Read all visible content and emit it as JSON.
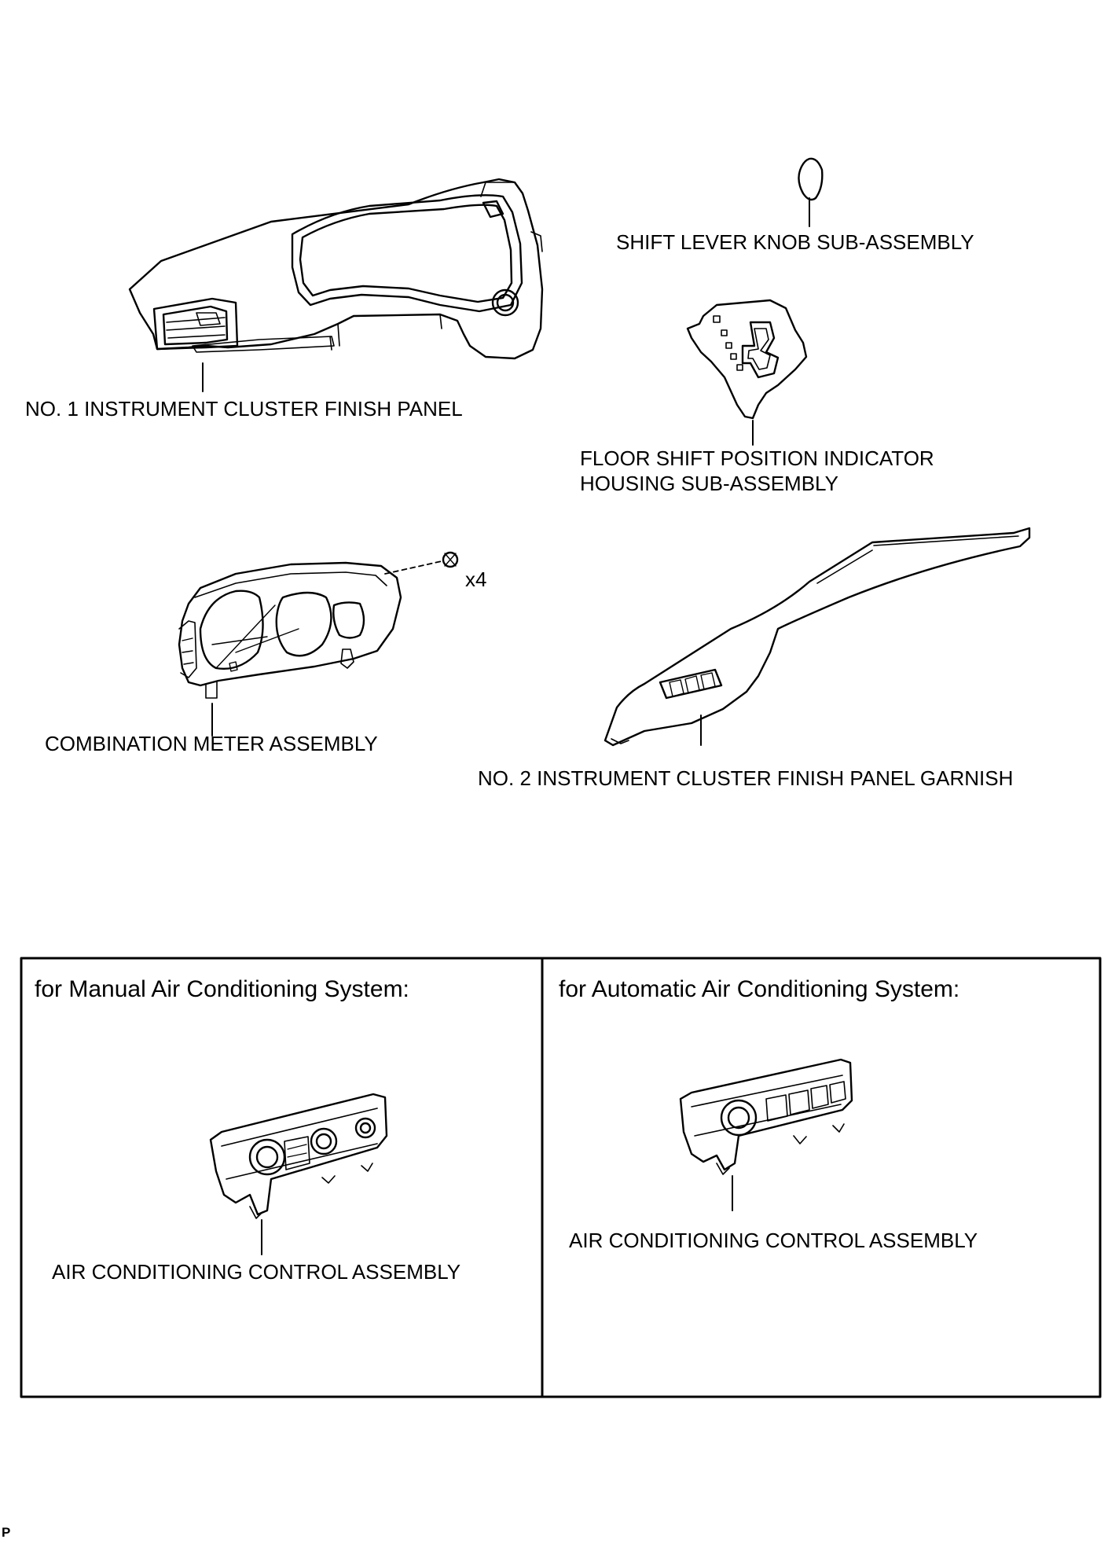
{
  "parts": {
    "shift_knob": "SHIFT LEVER KNOB SUB-ASSEMBLY",
    "cluster_panel": "NO. 1 INSTRUMENT CLUSTER FINISH PANEL",
    "indicator_line1": "FLOOR SHIFT POSITION INDICATOR",
    "indicator_line2": "HOUSING SUB-ASSEMBLY",
    "meter": "COMBINATION METER ASSEMBLY",
    "screw_qty": "x4",
    "garnish": "NO. 2 INSTRUMENT CLUSTER FINISH PANEL GARNISH"
  },
  "variants": {
    "manual_header": "for Manual Air Conditioning System:",
    "auto_header": "for Automatic Air Conditioning System:",
    "manual_part": "AIR CONDITIONING CONTROL ASSEMBLY",
    "auto_part": "AIR CONDITIONING CONTROL ASSEMBLY"
  },
  "figure_code": "P",
  "icons": [
    "cluster-finish-panel-icon",
    "shift-knob-icon",
    "indicator-housing-icon",
    "combination-meter-icon",
    "screw-icon",
    "garnish-icon",
    "manual-ac-control-icon",
    "auto-ac-control-icon"
  ]
}
